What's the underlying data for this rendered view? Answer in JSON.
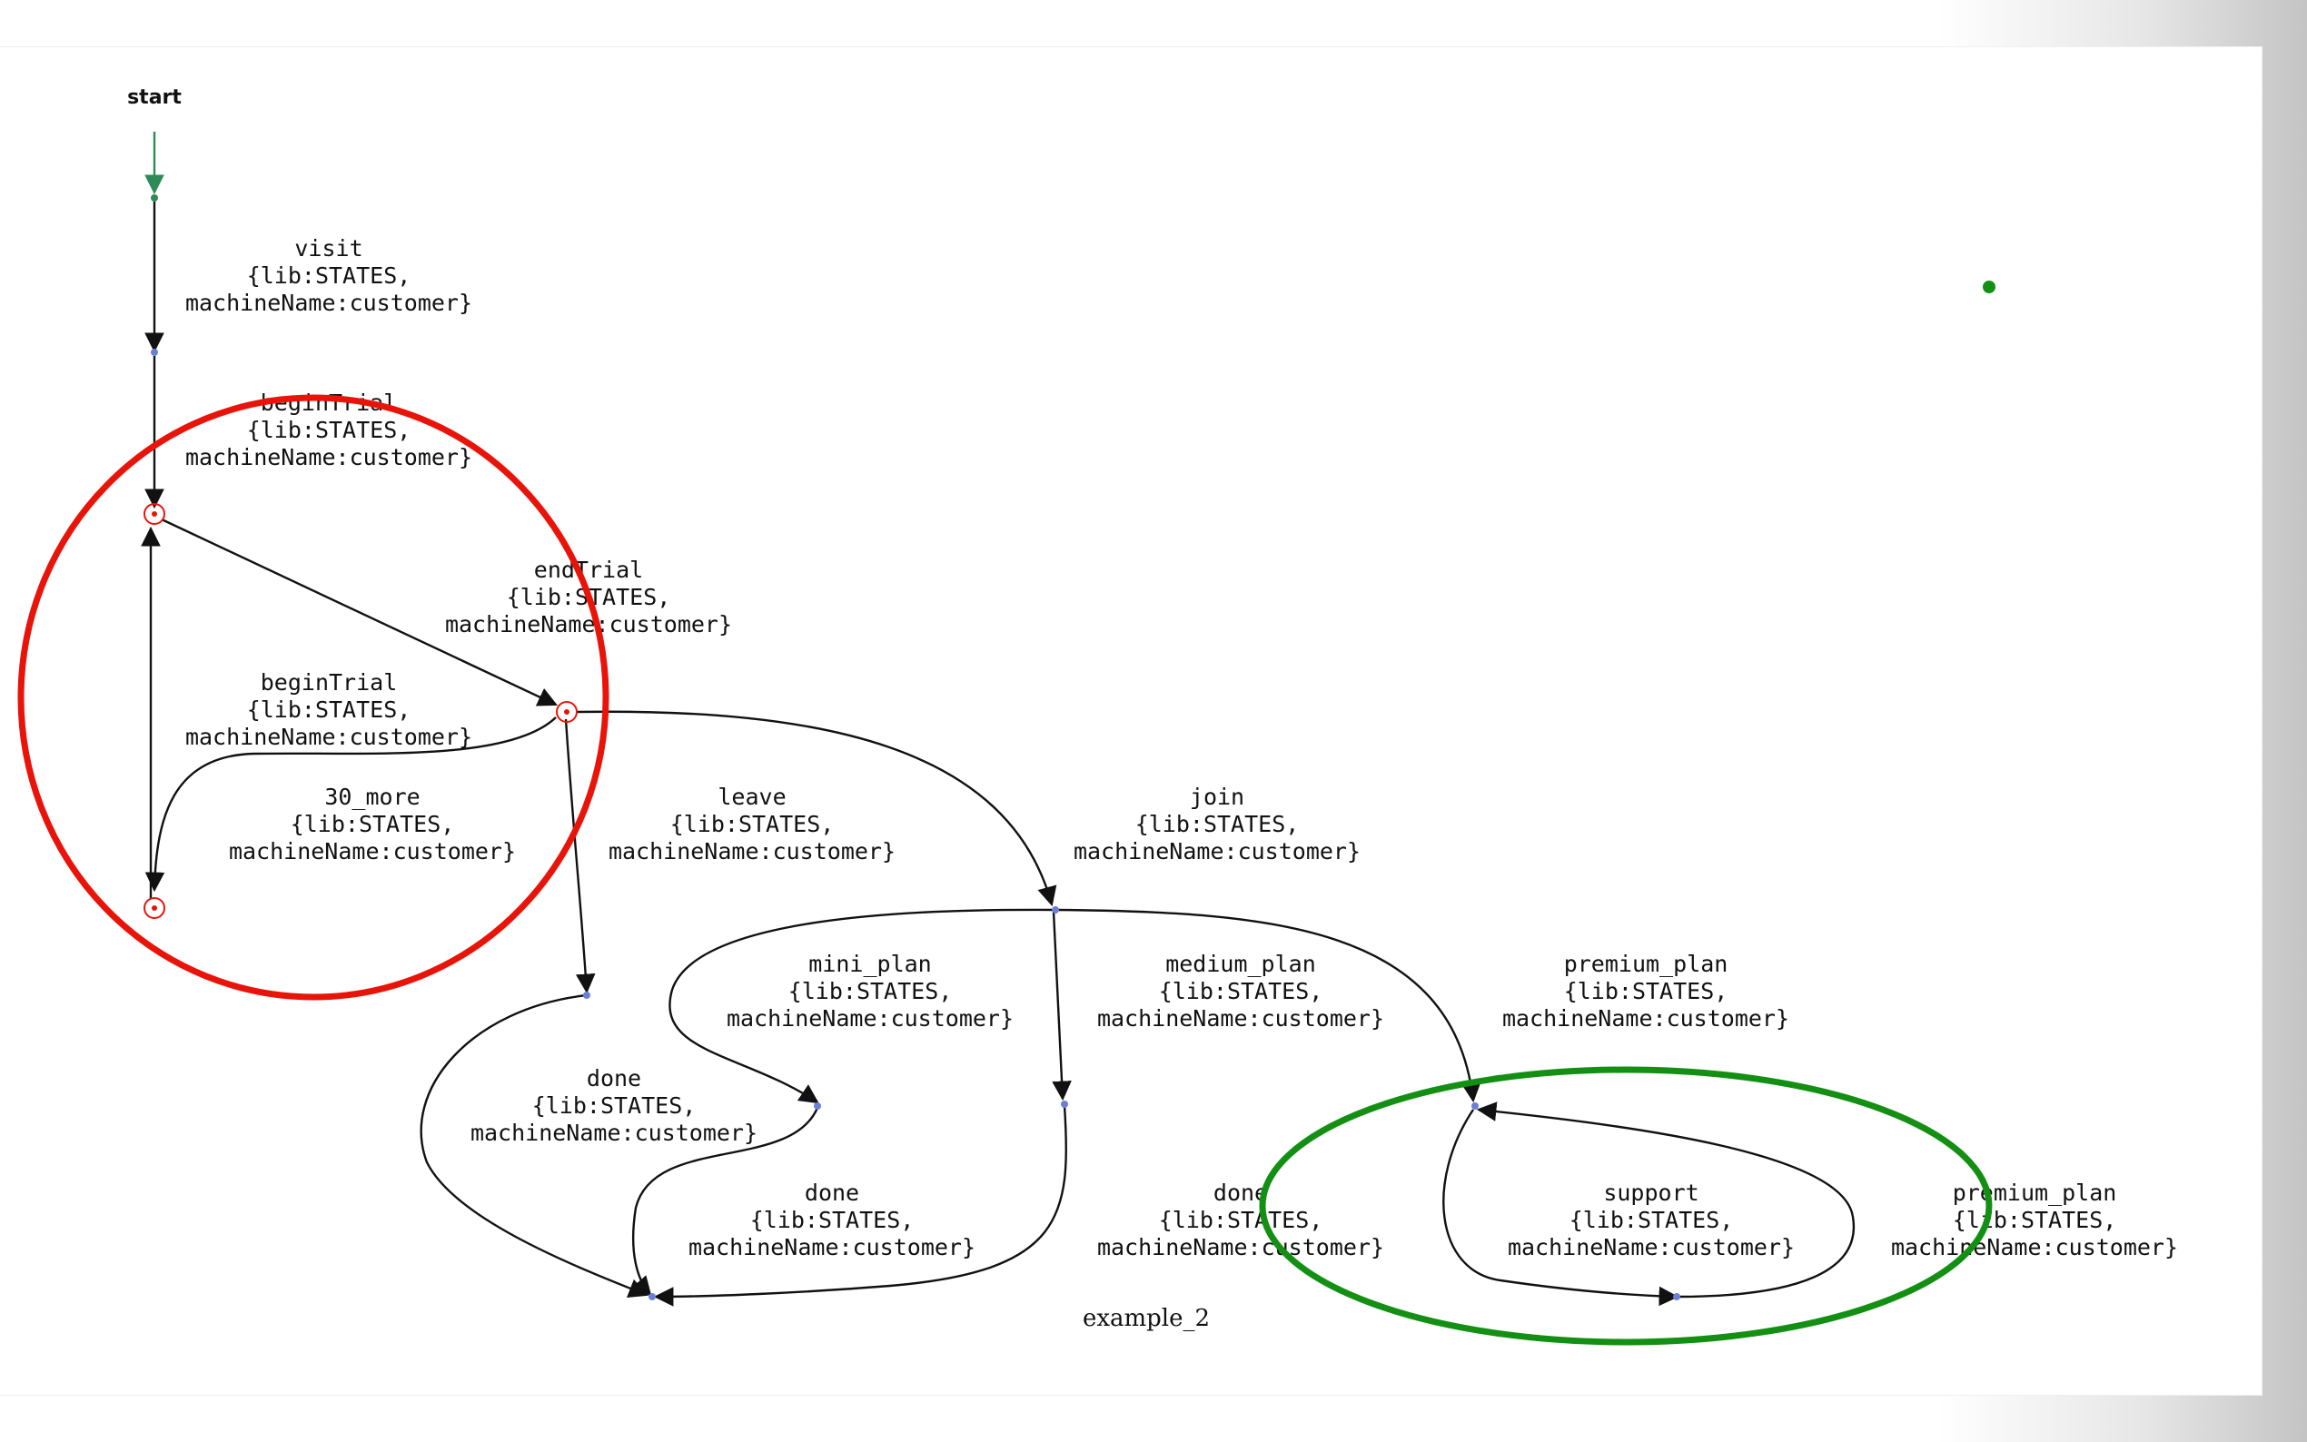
{
  "diagram": {
    "start_label": "start",
    "caption": "example_2",
    "edge_labels": {
      "visit": {
        "name": "visit",
        "lib": "{lib:STATES,",
        "machine": "machineName:customer}"
      },
      "begin_trial_top": {
        "name": "beginTrial",
        "lib": "{lib:STATES,",
        "machine": "machineName:customer}"
      },
      "end_trial": {
        "name": "endTrial",
        "lib": "{lib:STATES,",
        "machine": "machineName:customer}"
      },
      "begin_trial_mid": {
        "name": "beginTrial",
        "lib": "{lib:STATES,",
        "machine": "machineName:customer}"
      },
      "thirty_more": {
        "name": "30_more",
        "lib": "{lib:STATES,",
        "machine": "machineName:customer}"
      },
      "leave": {
        "name": "leave",
        "lib": "{lib:STATES,",
        "machine": "machineName:customer}"
      },
      "join": {
        "name": "join",
        "lib": "{lib:STATES,",
        "machine": "machineName:customer}"
      },
      "mini_plan": {
        "name": "mini_plan",
        "lib": "{lib:STATES,",
        "machine": "machineName:customer}"
      },
      "medium_plan": {
        "name": "medium_plan",
        "lib": "{lib:STATES,",
        "machine": "machineName:customer}"
      },
      "premium_plan_top": {
        "name": "premium_plan",
        "lib": "{lib:STATES,",
        "machine": "machineName:customer}"
      },
      "done_left": {
        "name": "done",
        "lib": "{lib:STATES,",
        "machine": "machineName:customer}"
      },
      "done_mid": {
        "name": "done",
        "lib": "{lib:STATES,",
        "machine": "machineName:customer}"
      },
      "done_right": {
        "name": "done",
        "lib": "{lib:STATES,",
        "machine": "machineName:customer}"
      },
      "support": {
        "name": "support",
        "lib": "{lib:STATES,",
        "machine": "machineName:customer}"
      },
      "premium_plan_right": {
        "name": "premium_plan",
        "lib": "{lib:STATES,",
        "machine": "machineName:customer}"
      }
    },
    "colors": {
      "edge": "#111111",
      "start_arrow": "#2e8b57",
      "highlight_red": "#e8140a",
      "highlight_green": "#139013",
      "node_blue": "#6a7fd8",
      "node_red": "#e8140a"
    }
  }
}
